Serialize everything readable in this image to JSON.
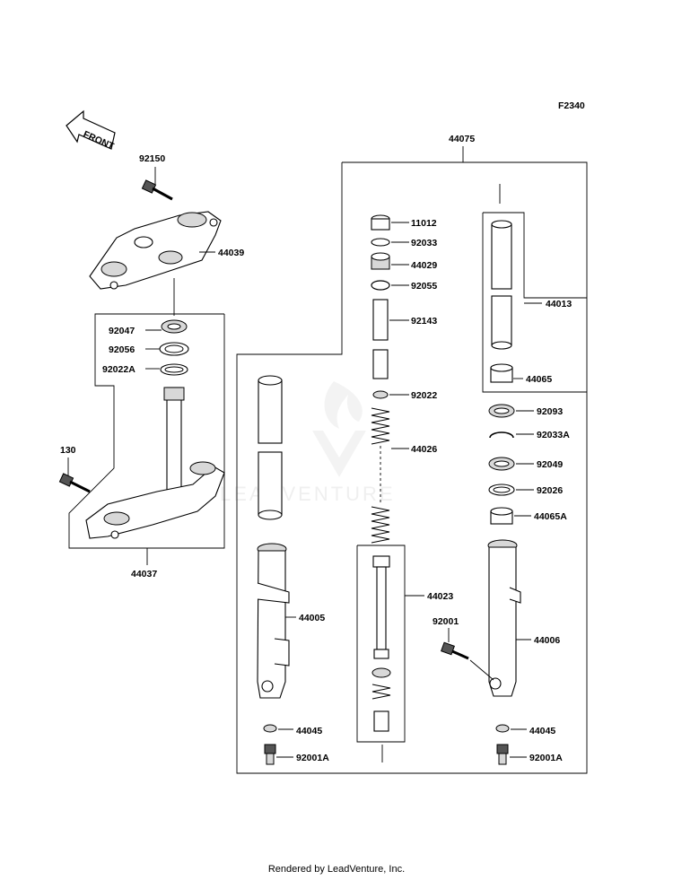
{
  "figure_code": "F2340",
  "front_label": "FRONT",
  "watermark": "LEADVENTURE",
  "footer": "Rendered by LeadVenture, Inc.",
  "parts": {
    "p44075": "44075",
    "p92150": "92150",
    "p44039": "44039",
    "p92047": "92047",
    "p92056": "92056",
    "p92022A": "92022A",
    "p130": "130",
    "p44037": "44037",
    "p11012": "11012",
    "p92033": "92033",
    "p44029": "44029",
    "p92055": "92055",
    "p92143": "92143",
    "p92022": "92022",
    "p44026": "44026",
    "p44023": "44023",
    "p44013": "44013",
    "p44065": "44065",
    "p92093": "92093",
    "p92033A": "92033A",
    "p92049": "92049",
    "p92026": "92026",
    "p44065A": "44065A",
    "p92001": "92001",
    "p44006": "44006",
    "p44005": "44005",
    "p44045_left": "44045",
    "p44045_right": "44045",
    "p92001A_left": "92001A",
    "p92001A_right": "92001A"
  }
}
